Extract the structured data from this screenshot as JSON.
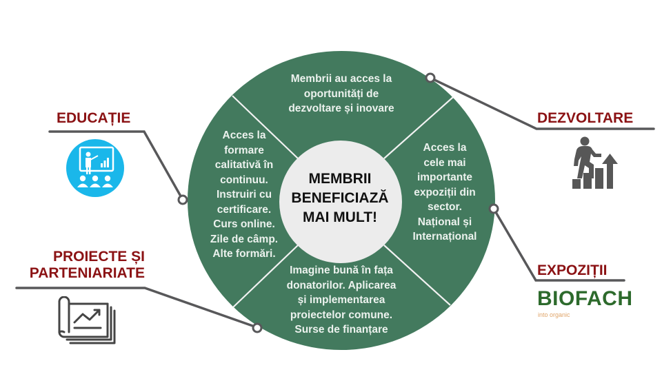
{
  "diagram": {
    "center": {
      "text": "MEMBRII\nBENEFICIAZĂ\nMAI MULT!"
    },
    "segments": [
      {
        "id": "top",
        "text": "Membrii au acces la\noportunități de\ndezvoltare și inovare"
      },
      {
        "id": "right",
        "text": "Acces la\ncele mai\nimportante\nexpoziții din\nsector.\nNațional și\nInternațional"
      },
      {
        "id": "bottom",
        "text": "Imagine bună în fața\ndonatorilor. Aplicarea\nși implementarea\nproiectelor comune.\nSurse de finanțare"
      },
      {
        "id": "left",
        "text": "Acces la\nformare\ncalitativă în\ncontinuu.\nInstruiri cu\ncertificare.\nCurs online.\nZile de câmp.\nAlte formări."
      }
    ],
    "categories": [
      {
        "id": "educatie",
        "label": "EDUCAȚIE",
        "icon": "teacher-presentation-icon"
      },
      {
        "id": "dezvoltare",
        "label": "DEZVOLTARE",
        "icon": "person-climbing-growth-icon"
      },
      {
        "id": "expozitii",
        "label": "EXPOZIȚII",
        "icon": "biofach-logo"
      },
      {
        "id": "proiecte",
        "label": "PROIECTE ȘI\nPARTENIARIATE",
        "icon": "document-chart-icon"
      }
    ],
    "biofach_logo": {
      "name": "BIOFACH",
      "tagline": "into organic"
    },
    "colors": {
      "ring": "#437a5e",
      "inner_circle": "#ececec",
      "segment_text": "#ecf2ee",
      "category_label": "#8b1214",
      "connector": "#58585a",
      "education_icon_bg": "#1ab7ea",
      "dark_icon": "#575757",
      "biofach_green": "#2d6a2c",
      "biofach_tagline": "#e0a56a"
    }
  }
}
